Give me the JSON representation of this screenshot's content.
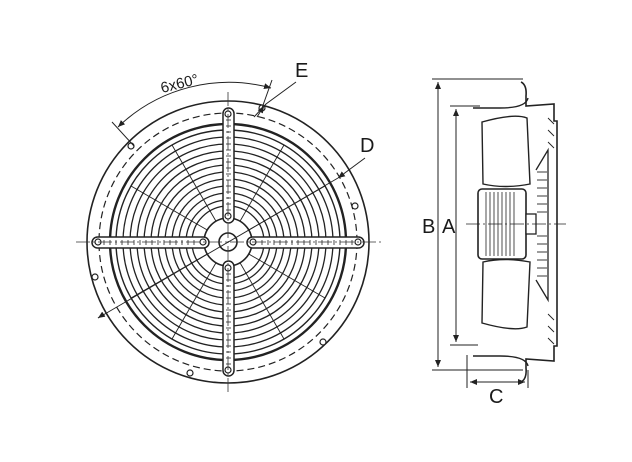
{
  "labels": {
    "angle": "6x60°",
    "E": "E",
    "D": "D",
    "B": "B",
    "A": "A",
    "C": "C"
  }
}
